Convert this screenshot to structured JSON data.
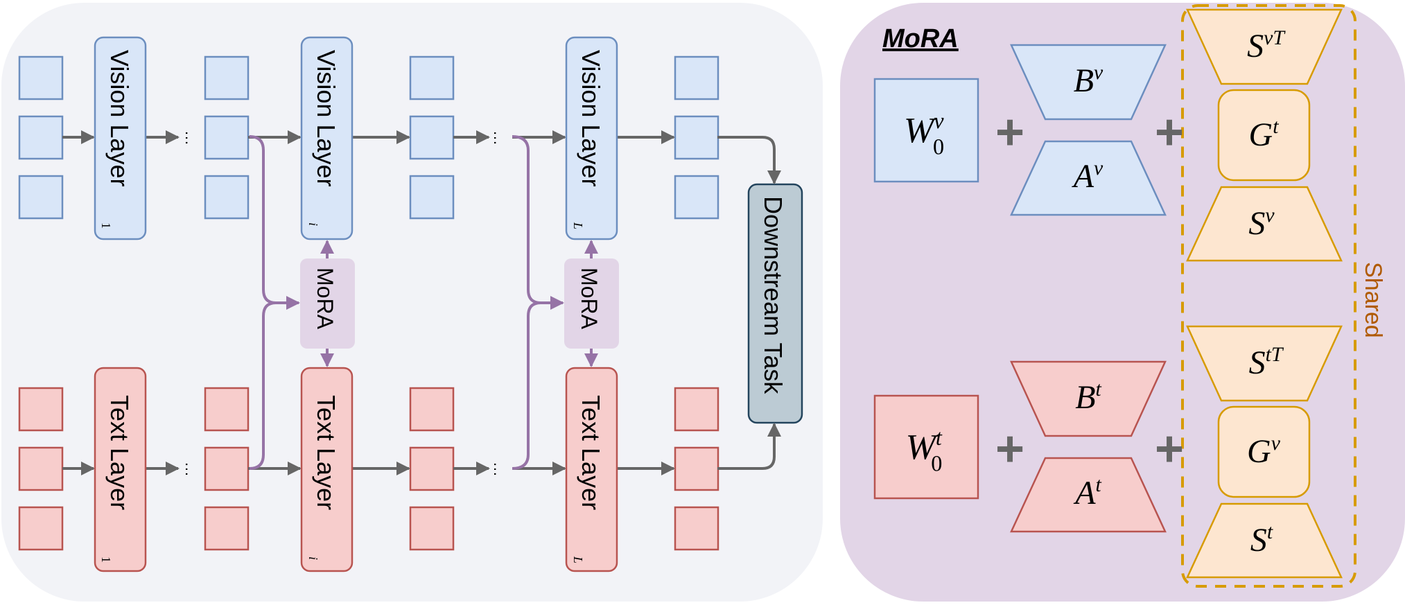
{
  "colors": {
    "left_panel_bg": "#f2f3f7",
    "right_panel_bg": "#e2d5e7",
    "vision_fill": "#d9e6f8",
    "vision_stroke": "#6c8ebf",
    "text_fill": "#f7cdcc",
    "text_stroke": "#b85450",
    "mora_fill": "#e2d5e7",
    "mora_arrow": "#9673a6",
    "shared_fill": "#fde6d0",
    "shared_stroke": "#d79b00",
    "shared_label": "#b05a00",
    "downstream_fill": "#bccbd4",
    "downstream_stroke": "#23445d",
    "arrow_gray": "#666666"
  },
  "pipeline": {
    "vision_layers": [
      {
        "label": "Vision Layer",
        "subscript": "1"
      },
      {
        "label": "Vision Layer",
        "subscript": "i"
      },
      {
        "label": "Vision Layer",
        "subscript": "L"
      }
    ],
    "text_layers": [
      {
        "label": "Text Layer",
        "subscript": "1"
      },
      {
        "label": "Text Layer",
        "subscript": "i"
      },
      {
        "label": "Text Layer",
        "subscript": "L"
      }
    ],
    "mora_blocks": [
      {
        "label": "MoRA"
      },
      {
        "label": "MoRA"
      }
    ],
    "ellipsis": "…",
    "downstream": {
      "label": "Downstream Task"
    }
  },
  "mora_detail": {
    "title": "MoRA",
    "plus": "+",
    "vision_branch": {
      "W": {
        "base": "W",
        "sub": "0",
        "sup": "v"
      },
      "B": {
        "base": "B",
        "sup": "v"
      },
      "A": {
        "base": "A",
        "sup": "v"
      },
      "shared_top": {
        "base": "S",
        "sup": "vT"
      },
      "gate": {
        "base": "G",
        "sup": "t"
      },
      "shared_bottom": {
        "base": "S",
        "sup": "v"
      }
    },
    "text_branch": {
      "W": {
        "base": "W",
        "sub": "0",
        "sup": "t"
      },
      "B": {
        "base": "B",
        "sup": "t"
      },
      "A": {
        "base": "A",
        "sup": "t"
      },
      "shared_top": {
        "base": "S",
        "sup": "tT"
      },
      "gate": {
        "base": "G",
        "sup": "v"
      },
      "shared_bottom": {
        "base": "S",
        "sup": "t"
      }
    },
    "shared_label": "Shared"
  }
}
